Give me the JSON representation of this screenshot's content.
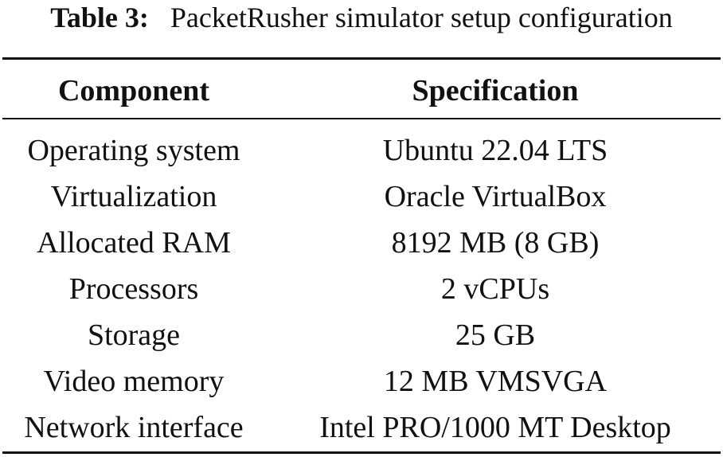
{
  "caption": {
    "label": "Table 3:",
    "text": "PacketRusher simulator setup configuration"
  },
  "table": {
    "headers": [
      "Component",
      "Specification"
    ],
    "rows": [
      {
        "component": "Operating system",
        "specification": "Ubuntu 22.04 LTS"
      },
      {
        "component": "Virtualization",
        "specification": "Oracle VirtualBox"
      },
      {
        "component": "Allocated RAM",
        "specification": "8192 MB (8 GB)"
      },
      {
        "component": "Processors",
        "specification": "2 vCPUs"
      },
      {
        "component": "Storage",
        "specification": "25 GB"
      },
      {
        "component": "Video memory",
        "specification": "12 MB VMSVGA"
      },
      {
        "component": "Network interface",
        "specification": "Intel PRO/1000 MT Desktop"
      }
    ]
  }
}
